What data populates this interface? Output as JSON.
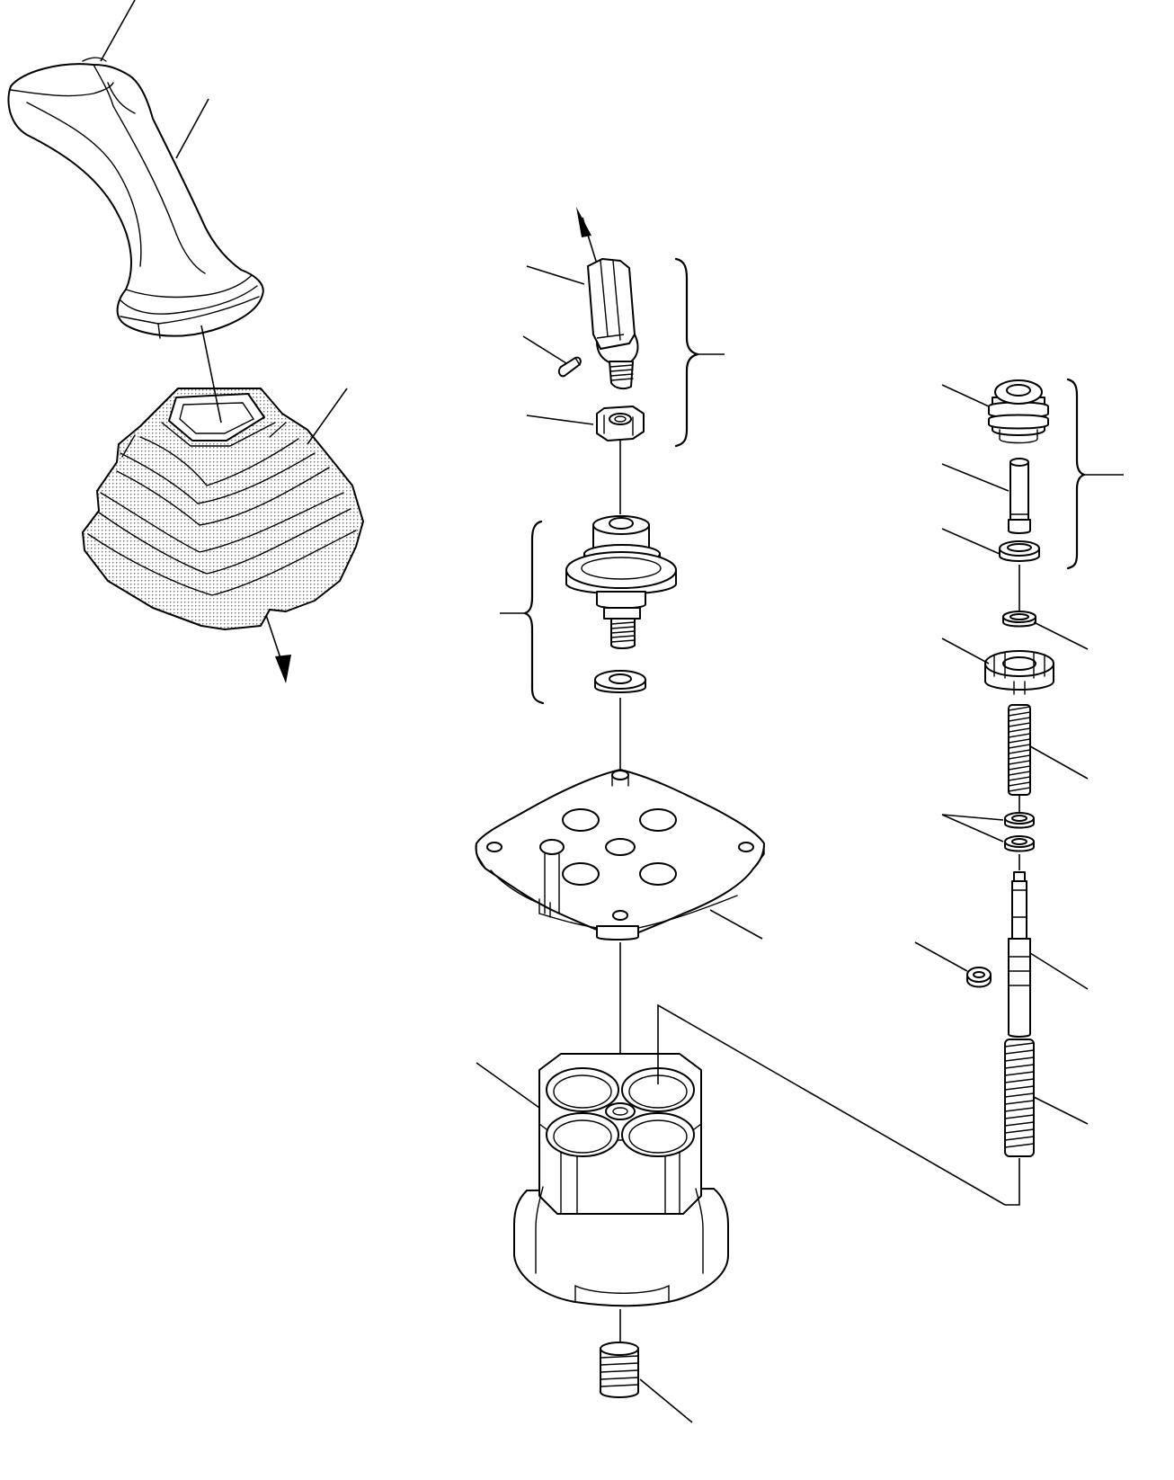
{
  "diagram": {
    "type": "exploded-parts-view",
    "parts": [
      {
        "id": "knob-grip",
        "kind": "lever grip"
      },
      {
        "id": "boot",
        "kind": "dust boot"
      },
      {
        "id": "lever",
        "kind": "lever shaft"
      },
      {
        "id": "pin",
        "kind": "pin"
      },
      {
        "id": "nut",
        "kind": "nut"
      },
      {
        "id": "joint",
        "kind": "universal joint"
      },
      {
        "id": "washer",
        "kind": "washer"
      },
      {
        "id": "plate",
        "kind": "plate"
      },
      {
        "id": "body",
        "kind": "valve body"
      },
      {
        "id": "plug",
        "kind": "plug"
      },
      {
        "id": "plug-assy",
        "kind": "plug"
      },
      {
        "id": "piston",
        "kind": "piston"
      },
      {
        "id": "seal",
        "kind": "seal"
      },
      {
        "id": "collar",
        "kind": "collar"
      },
      {
        "id": "retainer",
        "kind": "retainer"
      },
      {
        "id": "spring-1",
        "kind": "spring"
      },
      {
        "id": "shims",
        "kind": "shim"
      },
      {
        "id": "spool",
        "kind": "spool"
      },
      {
        "id": "spring-2",
        "kind": "spring"
      },
      {
        "id": "ring",
        "kind": "ring"
      }
    ],
    "colors": {
      "line": "#000000",
      "background": "#ffffff",
      "boot_dots": "#6e6e6e"
    }
  }
}
